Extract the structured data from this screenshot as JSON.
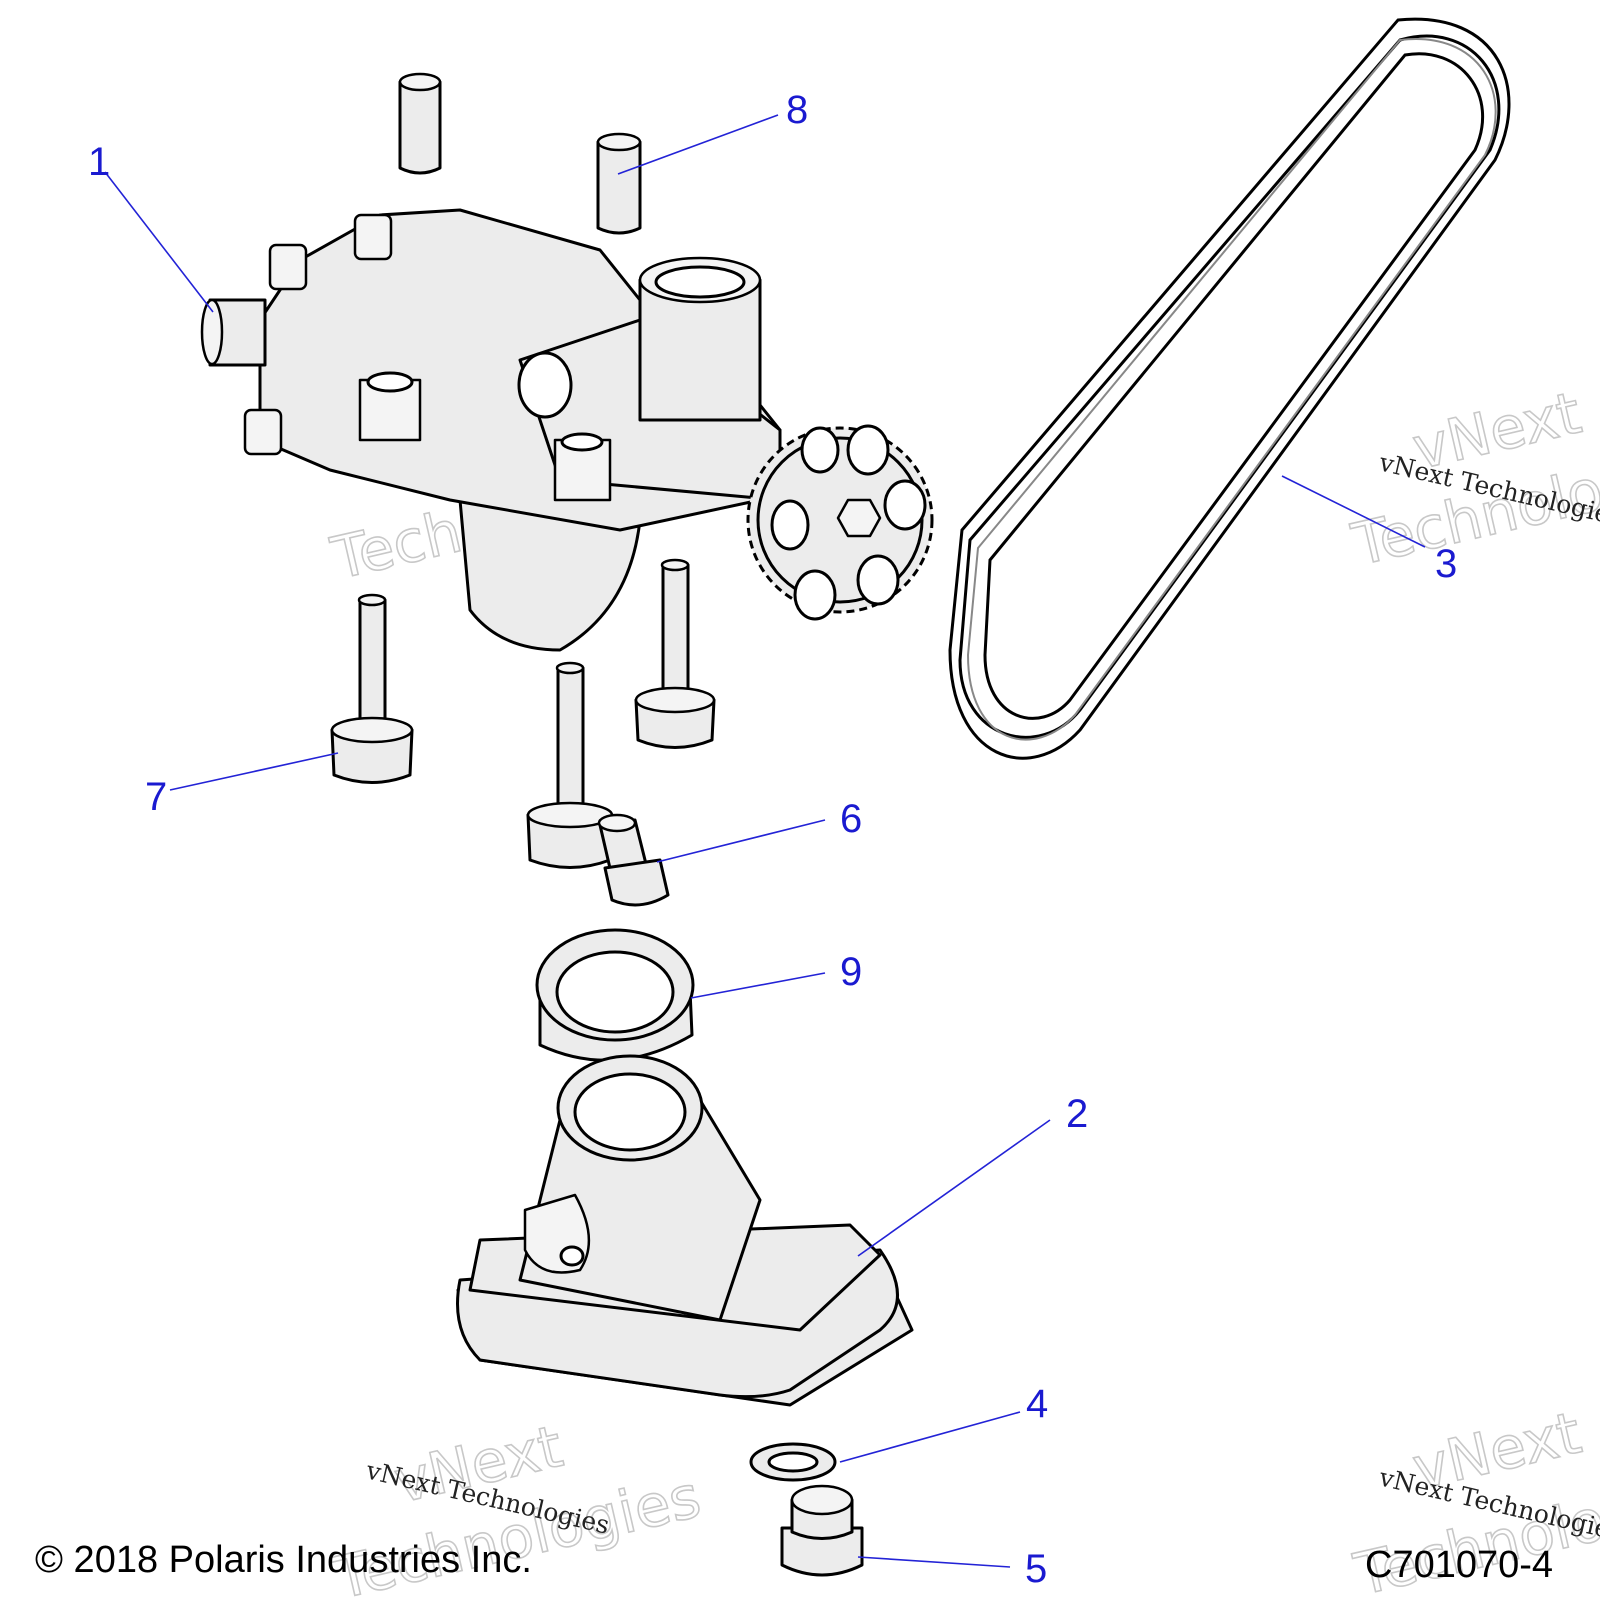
{
  "callouts": [
    {
      "id": "1",
      "part": "oil pump assembly"
    },
    {
      "id": "2",
      "part": "oil pickup / strainer"
    },
    {
      "id": "3",
      "part": "drive chain"
    },
    {
      "id": "4",
      "part": "washer"
    },
    {
      "id": "5",
      "part": "plug"
    },
    {
      "id": "6",
      "part": "screw"
    },
    {
      "id": "7",
      "part": "bolt"
    },
    {
      "id": "8",
      "part": "dowel pin"
    },
    {
      "id": "9",
      "part": "seal ring"
    }
  ],
  "watermark": {
    "line1": "vNext",
    "line2": "Technologies",
    "caption": "vNext Technologies"
  },
  "footer": {
    "copyright": "© 2018 Polaris Industries Inc.",
    "diagram_code": "C701070-4"
  },
  "colors": {
    "callout": "#1a1ad0",
    "leader": "#2323d6",
    "part_fill": "#ececec"
  }
}
